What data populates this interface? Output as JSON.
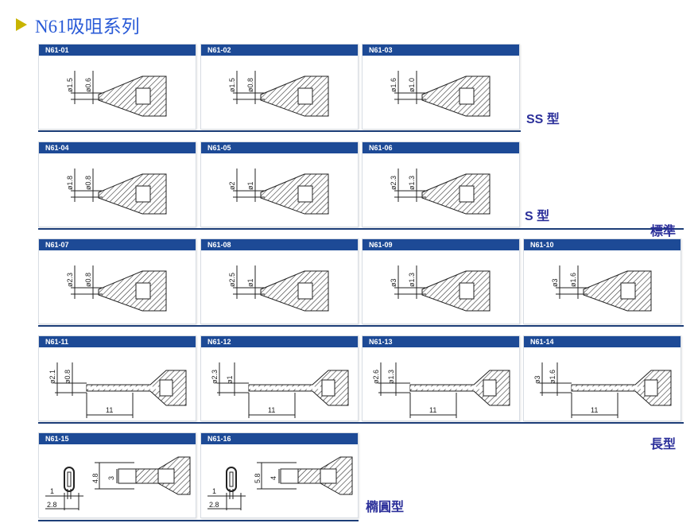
{
  "title": "N61吸咀系列",
  "labels": {
    "ss": "SS 型",
    "s": "S 型",
    "std": "標準",
    "long": "長型",
    "oval": "橢圓型"
  },
  "colors": {
    "header": "#1d4a96",
    "label": "#2b2f9a",
    "title": "#2a5bd7"
  },
  "items": [
    {
      "code": "N61-01",
      "type": "std",
      "d1": "ø1.5",
      "d2": "ø0.6"
    },
    {
      "code": "N61-02",
      "type": "std",
      "d1": "ø1.5",
      "d2": "ø0.8"
    },
    {
      "code": "N61-03",
      "type": "std",
      "d1": "ø1.6",
      "d2": "ø1.0"
    },
    {
      "code": "N61-04",
      "type": "std",
      "d1": "ø1.8",
      "d2": "ø0.8"
    },
    {
      "code": "N61-05",
      "type": "std",
      "d1": "ø2",
      "d2": "ø1"
    },
    {
      "code": "N61-06",
      "type": "std",
      "d1": "ø2.3",
      "d2": "ø1.3"
    },
    {
      "code": "N61-07",
      "type": "std",
      "d1": "ø2.3",
      "d2": "ø0.8"
    },
    {
      "code": "N61-08",
      "type": "std",
      "d1": "ø2.5",
      "d2": "ø1"
    },
    {
      "code": "N61-09",
      "type": "std",
      "d1": "ø3",
      "d2": "ø1.3"
    },
    {
      "code": "N61-10",
      "type": "std",
      "d1": "ø3",
      "d2": "ø1.6"
    },
    {
      "code": "N61-11",
      "type": "long",
      "d1": "ø2.1",
      "d2": "ø0.8",
      "len": "11"
    },
    {
      "code": "N61-12",
      "type": "long",
      "d1": "ø2.3",
      "d2": "ø1",
      "len": "11"
    },
    {
      "code": "N61-13",
      "type": "long",
      "d1": "ø2.6",
      "d2": "ø1.3",
      "len": "11"
    },
    {
      "code": "N61-14",
      "type": "long",
      "d1": "ø3",
      "d2": "ø1.6",
      "len": "11"
    },
    {
      "code": "N61-15",
      "type": "oval",
      "w1": "1",
      "w2": "2.8",
      "h1": "4.8",
      "h2": "3"
    },
    {
      "code": "N61-16",
      "type": "oval",
      "w1": "1",
      "w2": "2.8",
      "h1": "5.8",
      "h2": "4"
    }
  ]
}
